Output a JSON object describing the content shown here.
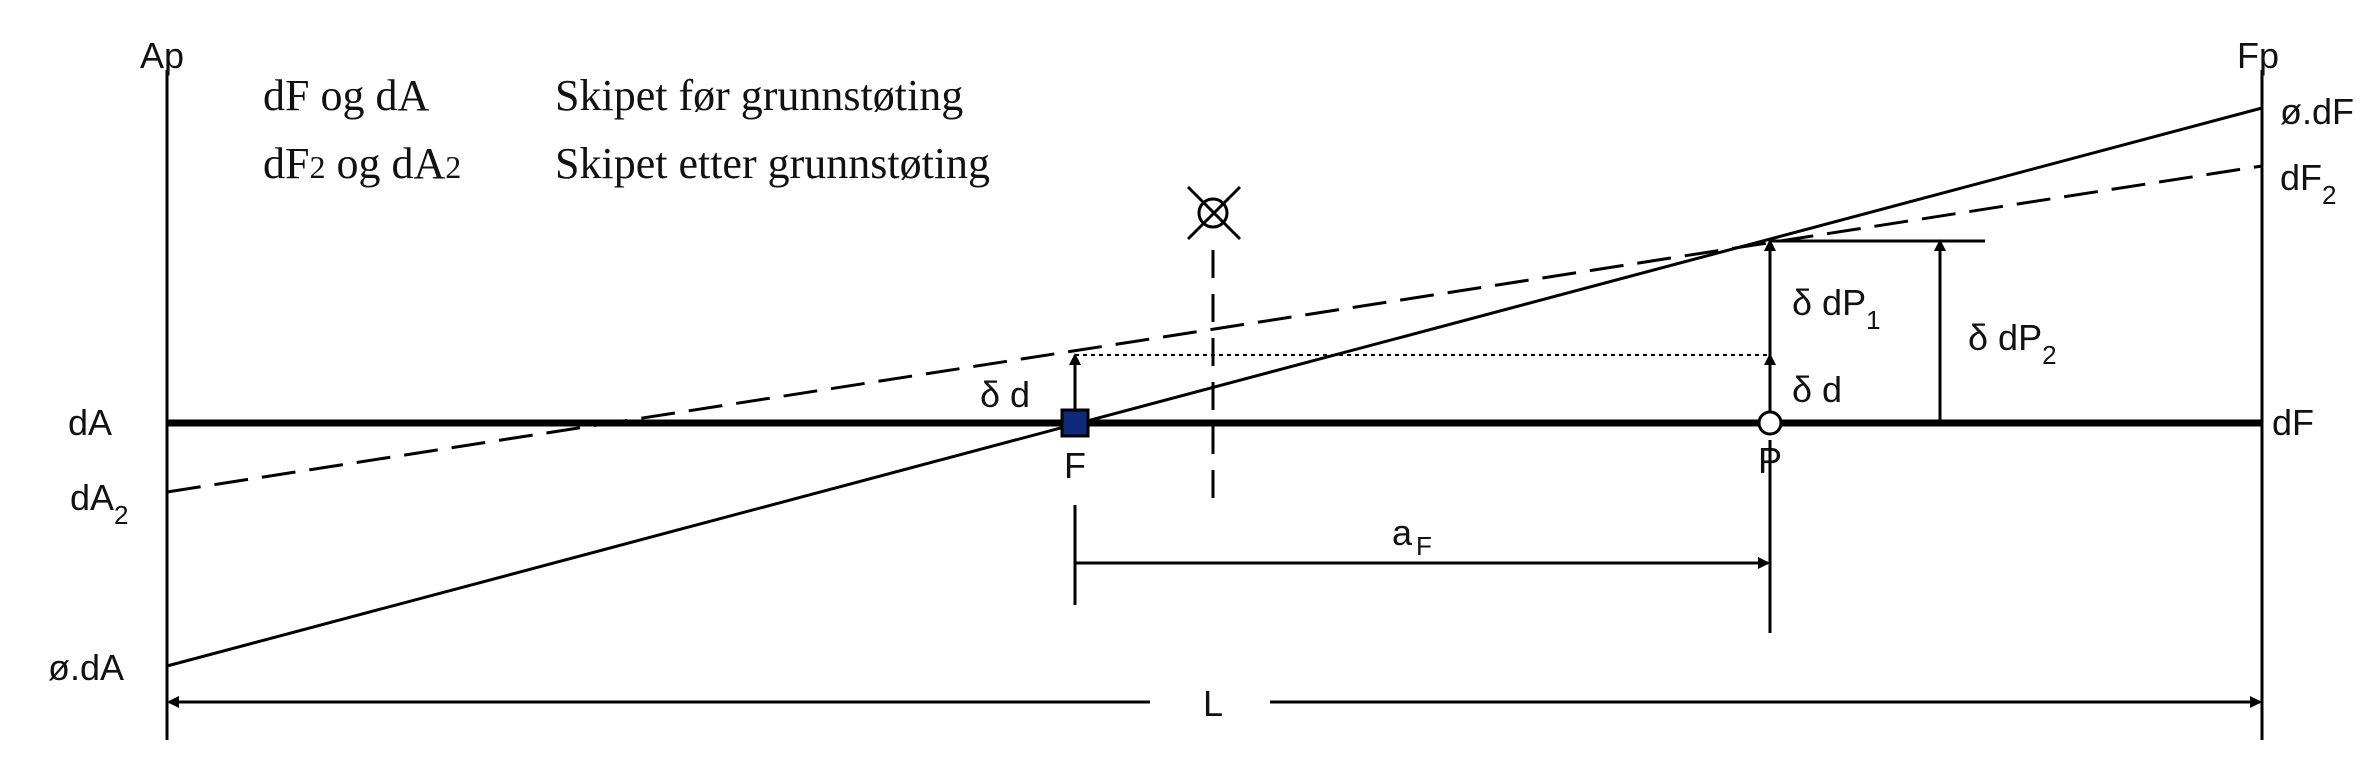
{
  "diagram": {
    "legend": {
      "row1_key": "dF og dA",
      "row1_desc": "Skipet før grunnstøting",
      "row2_key_dF": "dF",
      "row2_key_sub1": "2",
      "row2_key_og": " og dA",
      "row2_key_sub2": "2",
      "row2_desc": "Skipet etter grunnstøting"
    },
    "labels": {
      "ap": "Ap",
      "fp": "Fp",
      "dA": "dA",
      "dF": "dF",
      "dA2_main": "dA",
      "dA2_sub": "2",
      "dF2_main": "dF",
      "dF2_sub": "2",
      "phi_dA": "ø.dA",
      "phi_dF": "ø.dF",
      "F": "F",
      "P": "P",
      "delta_d_F": "δ d",
      "delta_d_P": "δ d",
      "delta_dP1_main": "δ dP",
      "delta_dP1_sub": "1",
      "delta_dP2_main": "δ dP",
      "delta_dP2_sub": "2",
      "aF_main": "a",
      "aF_sub": "F",
      "L": "L"
    }
  }
}
